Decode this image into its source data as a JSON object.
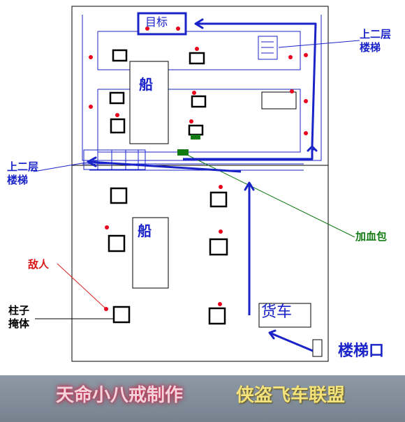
{
  "map": {
    "target_label": "目标",
    "boat_label": "船",
    "truck_label": "货车",
    "labels": {
      "stairs_upper_right": [
        "上二层",
        "楼梯"
      ],
      "stairs_upper_left": [
        "上二层",
        "楼梯"
      ],
      "health_pack": "加血包",
      "enemy": "敌人",
      "pillar_cover": [
        "柱子",
        "掩体"
      ],
      "stairs_entrance": "楼梯口"
    },
    "colors": {
      "route": "#1a23c8",
      "enemy": "#e8001c",
      "health": "#117a11",
      "health_line": "#0f7a0f",
      "enemy_line": "#d82020",
      "outline": "#000000"
    }
  },
  "banner": {
    "author": "天命小八戒制作",
    "group": "侠盗飞车联盟"
  }
}
